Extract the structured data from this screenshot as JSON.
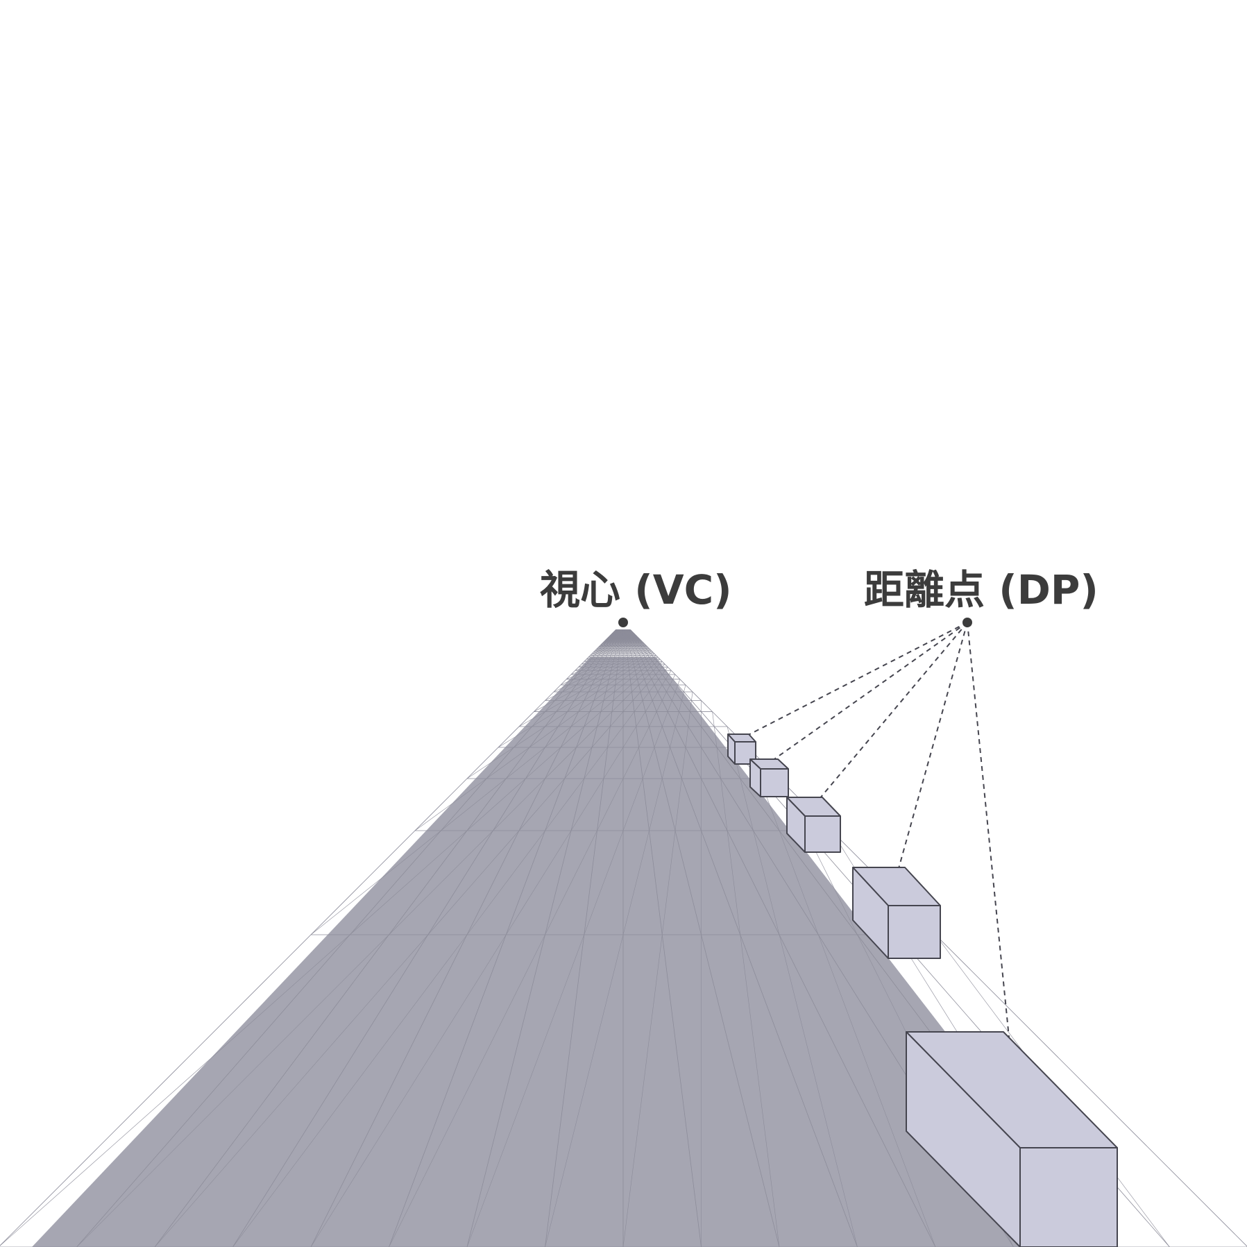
{
  "labels": {
    "vc": "視心 (VC)",
    "dp": "距離点 (DP)"
  },
  "colors": {
    "background": "#ffffff",
    "ground_fill": "#a6a6b2",
    "grid_line": "#8d8d9a",
    "box_face": "#cbcbdc",
    "outline": "#45454f",
    "text": "#3c3c3c"
  },
  "icons": {
    "vc_point": "dot-marker",
    "dp_point": "dot-marker"
  }
}
